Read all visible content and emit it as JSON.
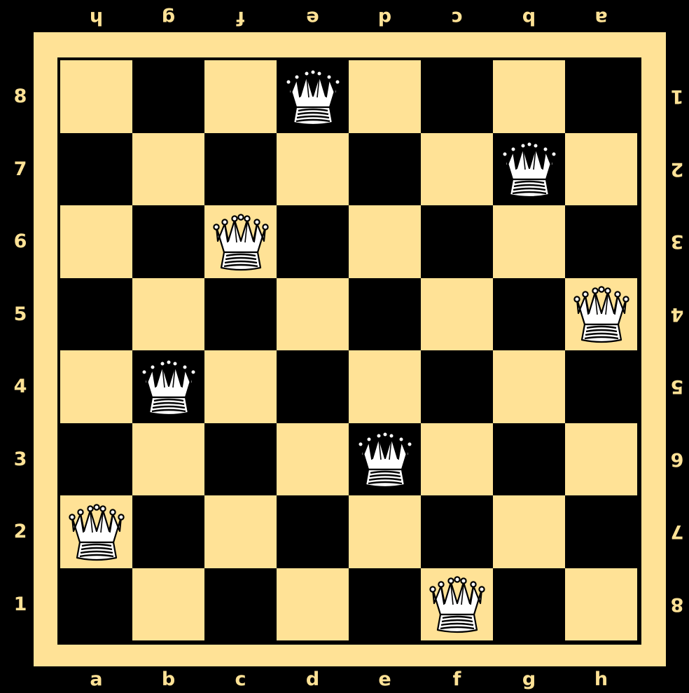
{
  "colors": {
    "light_square": "#ffe296",
    "dark_square": "#000000",
    "label": "#ffe296",
    "piece_fill": "#ffffff",
    "piece_outline": "#000000"
  },
  "board": {
    "files": [
      "a",
      "b",
      "c",
      "d",
      "e",
      "f",
      "g",
      "h"
    ],
    "ranks": [
      "8",
      "7",
      "6",
      "5",
      "4",
      "3",
      "2",
      "1"
    ],
    "top_labels": [
      "h",
      "g",
      "f",
      "e",
      "d",
      "c",
      "b",
      "a"
    ],
    "right_labels": [
      "1",
      "2",
      "3",
      "4",
      "5",
      "6",
      "7",
      "8"
    ],
    "pieces": [
      {
        "square": "d8",
        "piece": "white-queen",
        "icon": "queen-icon"
      },
      {
        "square": "g7",
        "piece": "white-queen",
        "icon": "queen-icon"
      },
      {
        "square": "c6",
        "piece": "white-queen",
        "icon": "queen-icon"
      },
      {
        "square": "h5",
        "piece": "white-queen",
        "icon": "queen-icon"
      },
      {
        "square": "b4",
        "piece": "white-queen",
        "icon": "queen-icon"
      },
      {
        "square": "e3",
        "piece": "white-queen",
        "icon": "queen-icon"
      },
      {
        "square": "a2",
        "piece": "white-queen",
        "icon": "queen-icon"
      },
      {
        "square": "f1",
        "piece": "white-queen",
        "icon": "queen-icon"
      }
    ]
  }
}
